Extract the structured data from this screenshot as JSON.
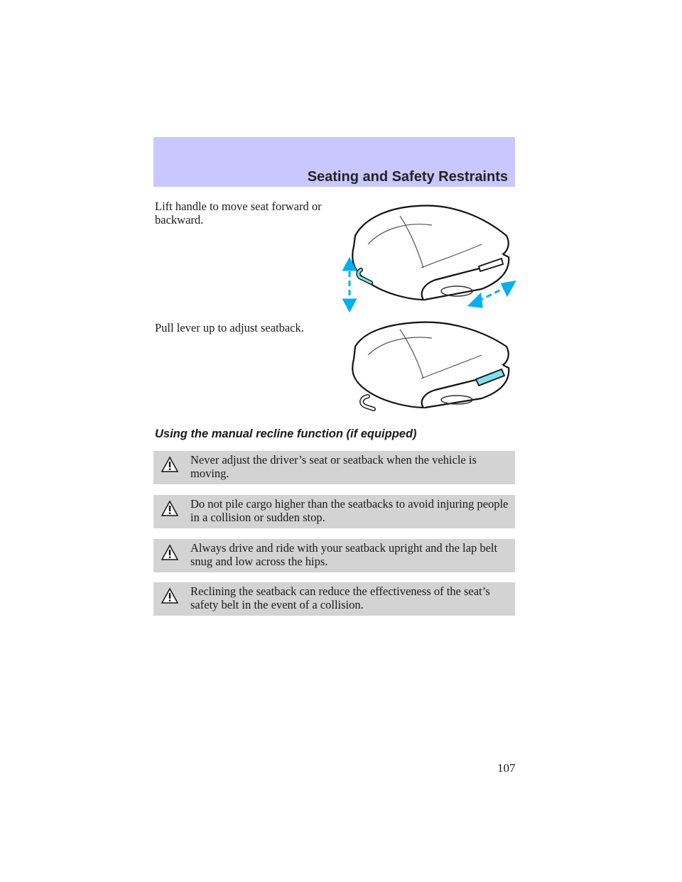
{
  "header": {
    "title": "Seating and Safety Restraints"
  },
  "paragraphs": {
    "lift_handle": "Lift handle to move seat forward or backward.",
    "pull_lever": "Pull lever up to adjust seatback."
  },
  "figures": {
    "fig1_icon": "seat-cushion-with-arrows",
    "fig2_icon": "seat-cushion-with-recline-lever",
    "accent_color": "#7fe0f0",
    "arrow_color": "#00b0f0"
  },
  "section": {
    "heading": "Using the manual recline function (if equipped)"
  },
  "warnings": [
    {
      "icon": "warning-triangle-icon",
      "text": "Never adjust the driver’s seat or seatback when the vehicle is moving."
    },
    {
      "icon": "warning-triangle-icon",
      "text": "Do not pile cargo higher than the seatbacks to avoid injuring people in a collision or sudden stop."
    },
    {
      "icon": "warning-triangle-icon",
      "text": "Always drive and ride with your seatback upright and the lap belt snug and low across the hips."
    },
    {
      "icon": "warning-triangle-icon",
      "text": "Reclining the seatback can reduce the effectiveness of the seat’s safety belt in the event of a collision."
    }
  ],
  "page_number": "107"
}
